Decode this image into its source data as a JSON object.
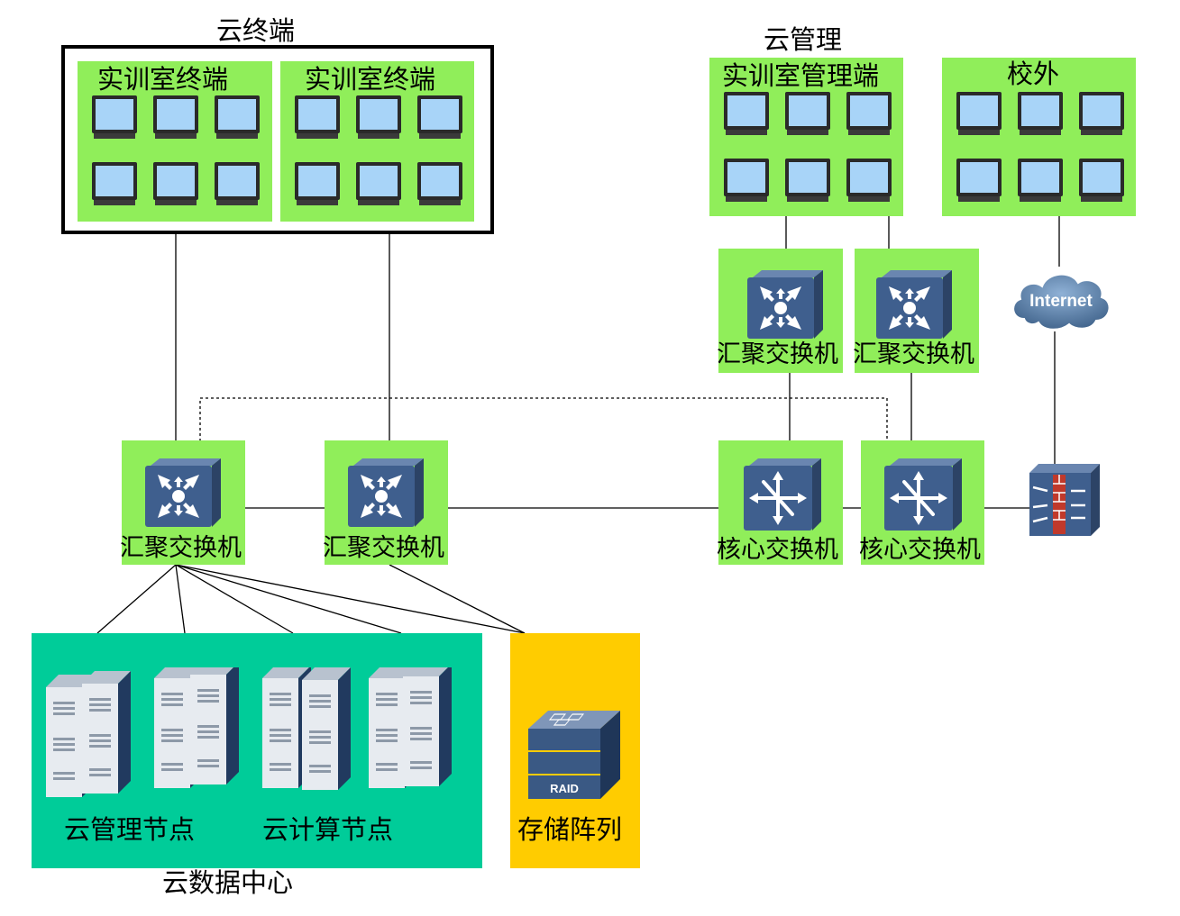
{
  "cloud_terminal": {
    "title": "云终端",
    "group1": "实训室终端",
    "group2": "实训室终端"
  },
  "cloud_management": {
    "title": "云管理",
    "group": "实训室管理端"
  },
  "offsite": {
    "title": "校外"
  },
  "internet": {
    "label": "Internet"
  },
  "switches": {
    "mgmt_left": "汇聚交换机",
    "mgmt_right": "汇聚交换机",
    "agg_left": "汇聚交换机",
    "agg_mid": "汇聚交换机",
    "core_left": "核心交换机",
    "core_right": "核心交换机"
  },
  "datacenter": {
    "title": "云数据中心",
    "mgmt_nodes": "云管理节点",
    "compute_nodes": "云计算节点",
    "storage": "存储阵列",
    "raid_label": "RAID"
  },
  "colors": {
    "green_box": "#90ee5a",
    "datacenter": "#00cc99",
    "storage": "#ffcc00",
    "switch_blue": "#3f5f8e",
    "monitor_screen": "#a8d4f8"
  }
}
